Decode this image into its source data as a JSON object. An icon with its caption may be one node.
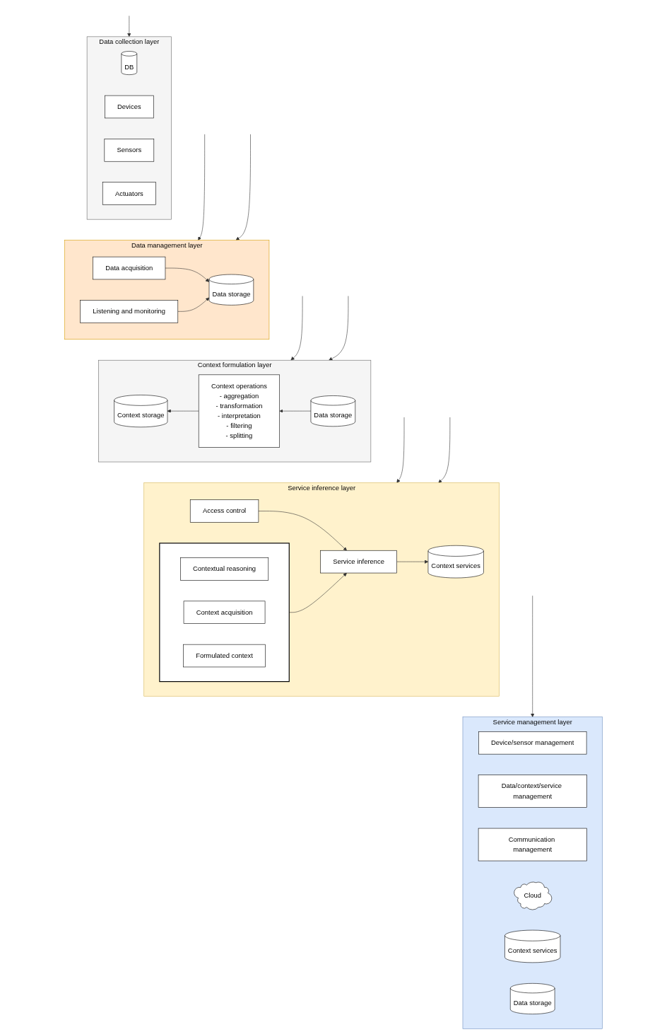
{
  "diagram": {
    "nodes": [
      {
        "text": [
          "Data collection layer"
        ]
      },
      {
        "text": [
          "DB"
        ],
        "in": 0
      },
      {
        "text": [
          "Devices"
        ],
        "in": 0
      },
      {
        "text": [
          "Sensors"
        ],
        "in": 0
      },
      {
        "text": [
          "Actuators"
        ],
        "in": 0
      },
      {
        "text": [
          "Data management layer"
        ]
      },
      {
        "text": [
          "Data acquisition"
        ],
        "in": 5
      },
      {
        "text": [
          "Data storage"
        ],
        "in": 5
      },
      {
        "text": [
          "Listening and monitoring"
        ],
        "in": 5
      },
      {
        "text": [
          "Context formulation layer"
        ]
      },
      {
        "text": [
          "Context storage"
        ],
        "in": 9
      },
      {
        "text": [
          "Context operations",
          "- aggregation",
          "- transformation",
          "- interpretation",
          "- filtering",
          "- splitting"
        ],
        "in": 9
      },
      {
        "text": [
          "Data storage"
        ],
        "in": 9
      },
      {
        "text": [
          "Service inference layer"
        ]
      },
      {
        "text": [],
        "shape": "box",
        "in": 13
      },
      {
        "text": [
          "Contextual reasoning"
        ],
        "in": 14
      },
      {
        "text": [
          "Context acquisition"
        ],
        "in": 14
      },
      {
        "text": [
          "Formulated context"
        ],
        "in": 14
      },
      {
        "text": [
          "Context services"
        ],
        "in": 13
      },
      {
        "text": [
          "Service inference"
        ],
        "in": 13
      },
      {
        "text": [
          "Access control"
        ],
        "in": 13
      },
      {
        "text": [
          "Service management layer"
        ]
      },
      {
        "text": [
          "Device/sensor management"
        ],
        "in": 21
      },
      {
        "text": [
          "Data/context/service management"
        ],
        "in": 21
      },
      {
        "text": [
          "Communication management"
        ],
        "in": 21
      },
      {
        "text": [
          "Cloud"
        ],
        "in": 21
      },
      {
        "text": [
          "Context services"
        ],
        "in": 21
      },
      {
        "text": [
          "Data storage"
        ],
        "in": 21
      }
    ],
    "edges": [
      {
        "from": 6,
        "to": 7,
        "arrow": "to"
      },
      {
        "from": 8,
        "to": 7,
        "arrow": "to"
      },
      {
        "from": 11,
        "to": 10,
        "arrow": "to"
      },
      {
        "from": 12,
        "to": 11,
        "arrow": "to"
      },
      {
        "from": 14,
        "to": 19,
        "arrow": "to"
      },
      {
        "from": 19,
        "to": 18,
        "arrow": "to"
      },
      {
        "from": 20,
        "to": 19,
        "arrow": "to"
      },
      {
        "from": null,
        "to": 0,
        "arrow": "to"
      },
      {
        "from": null,
        "to": 5,
        "arrow": "to"
      },
      {
        "from": null,
        "to": 5,
        "arrow": "to"
      },
      {
        "from": null,
        "to": 9,
        "arrow": "to"
      },
      {
        "from": null,
        "to": 9,
        "arrow": "to"
      },
      {
        "from": null,
        "to": 13,
        "arrow": "to"
      },
      {
        "from": null,
        "to": 13,
        "arrow": "to"
      },
      {
        "from": null,
        "to": 21,
        "arrow": "to"
      }
    ]
  }
}
